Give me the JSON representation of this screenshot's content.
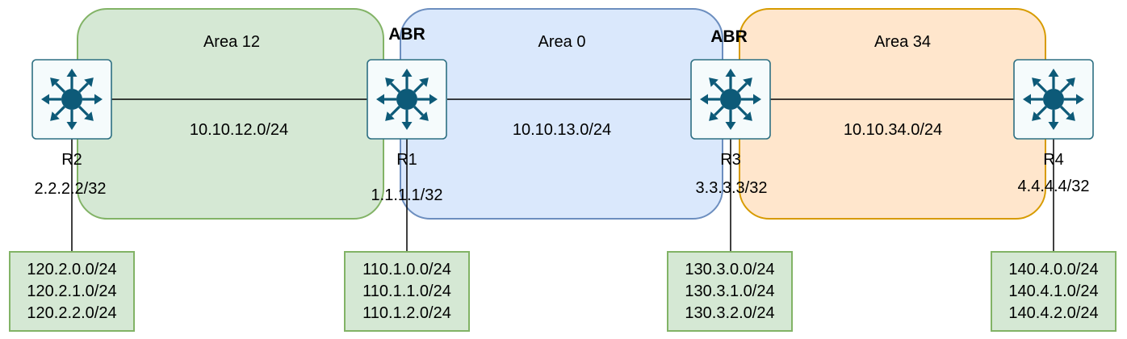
{
  "areas": [
    {
      "label": "Area 12",
      "fill": "#d5e8d4",
      "stroke": "#82b366"
    },
    {
      "label": "Area 0",
      "fill": "#dae8fc",
      "stroke": "#6c8ebf"
    },
    {
      "label": "Area 34",
      "fill": "#ffe6cc",
      "stroke": "#d79b00"
    }
  ],
  "abr_labels": [
    "ABR",
    "ABR"
  ],
  "links": [
    "10.10.12.0/24",
    "10.10.13.0/24",
    "10.10.34.0/24"
  ],
  "routers": [
    {
      "name": "R2",
      "loopback": "2.2.2.2/32",
      "networks": [
        "120.2.0.0/24",
        "120.2.1.0/24",
        "120.2.2.0/24"
      ]
    },
    {
      "name": "R1",
      "loopback": "1.1.1.1/32",
      "networks": [
        "110.1.0.0/24",
        "110.1.1.0/24",
        "110.1.2.0/24"
      ]
    },
    {
      "name": "R3",
      "loopback": "3.3.3.3/32",
      "networks": [
        "130.3.0.0/24",
        "130.3.1.0/24",
        "130.3.2.0/24"
      ]
    },
    {
      "name": "R4",
      "loopback": "4.4.4.4/32",
      "networks": [
        "140.4.0.0/24",
        "140.4.1.0/24",
        "140.4.2.0/24"
      ]
    }
  ],
  "icons": {
    "router": "layer3-switch-icon"
  },
  "colors": {
    "router_fill": "#f5fbfc",
    "router_stroke": "#2d6f82",
    "router_symbol": "#0d5a78",
    "network_box_fill": "#d5e8d4",
    "network_box_stroke": "#82b366"
  }
}
